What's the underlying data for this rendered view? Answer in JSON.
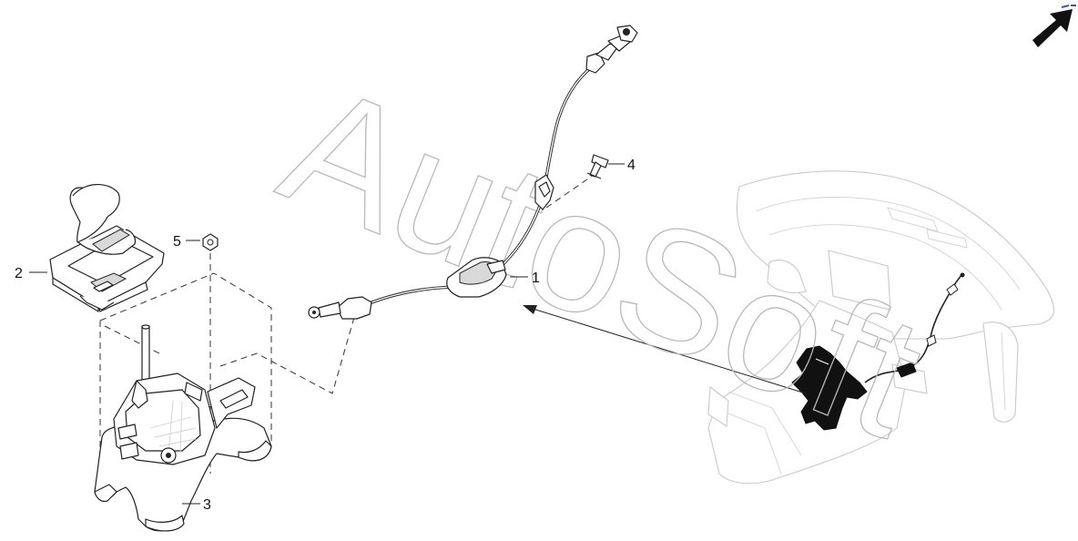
{
  "watermark": {
    "text": "AutoSoft"
  },
  "callouts": [
    {
      "id": "1",
      "text": "1"
    },
    {
      "id": "2",
      "text": "2"
    },
    {
      "id": "3",
      "text": "3"
    },
    {
      "id": "4",
      "text": "4"
    },
    {
      "id": "5",
      "text": "5"
    }
  ],
  "icons": {
    "orientation": "front-direction-arrow-icon",
    "mini_view": "mini-vehicle-view-icon"
  },
  "colors": {
    "line": "#222222",
    "ghost": "#c9c9c9",
    "watermark": "#b8b8b8",
    "highlight": "#111111",
    "mini_view": "#3355cc"
  }
}
